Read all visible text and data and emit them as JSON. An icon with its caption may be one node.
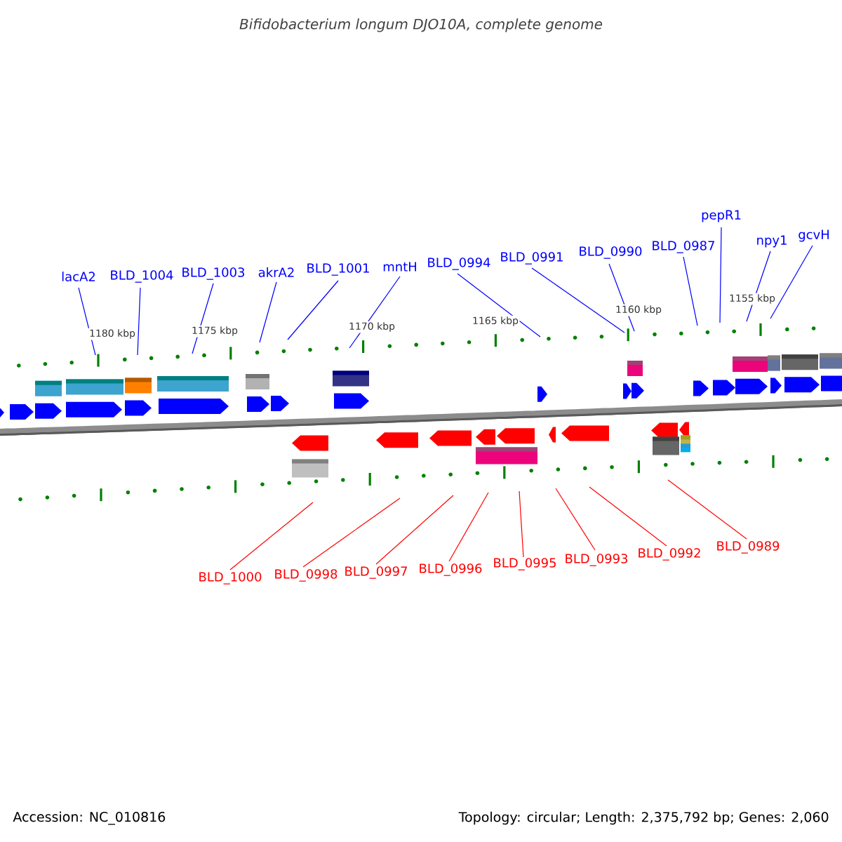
{
  "diagram": {
    "title": "Bifidobacterium longum DJO10A, complete genome",
    "nodes": [
      {
        "text": [
          "lacA2"
        ]
      },
      {
        "text": [
          "BLD_1004"
        ]
      },
      {
        "text": [
          "BLD_1003"
        ]
      },
      {
        "text": [
          "akrA2"
        ]
      },
      {
        "text": [
          "BLD_1001"
        ]
      },
      {
        "text": [
          "mntH"
        ]
      },
      {
        "text": [
          "BLD_0994"
        ]
      },
      {
        "text": [
          "BLD_0991"
        ]
      },
      {
        "text": [
          "BLD_0990"
        ]
      },
      {
        "text": [
          "BLD_0987"
        ]
      },
      {
        "text": [
          "pepR1"
        ]
      },
      {
        "text": [
          "npy1"
        ]
      },
      {
        "text": [
          "gcvH"
        ]
      },
      {
        "text": [
          "BLD_1000"
        ]
      },
      {
        "text": [
          "BLD_0998"
        ]
      },
      {
        "text": [
          "BLD_0997"
        ]
      },
      {
        "text": [
          "BLD_0996"
        ]
      },
      {
        "text": [
          "BLD_0995"
        ]
      },
      {
        "text": [
          "BLD_0993"
        ]
      },
      {
        "text": [
          "BLD_0992"
        ]
      },
      {
        "text": [
          "BLD_0989"
        ]
      }
    ],
    "edges": [
      {
        "from": 0,
        "to": null,
        "arrow": "none"
      },
      {
        "from": 1,
        "to": null,
        "arrow": "none"
      },
      {
        "from": 2,
        "to": null,
        "arrow": "none"
      },
      {
        "from": 3,
        "to": null,
        "arrow": "none"
      },
      {
        "from": 4,
        "to": null,
        "arrow": "none"
      },
      {
        "from": 5,
        "to": null,
        "arrow": "none"
      },
      {
        "from": 6,
        "to": null,
        "arrow": "none"
      },
      {
        "from": 7,
        "to": null,
        "arrow": "none"
      },
      {
        "from": 8,
        "to": null,
        "arrow": "none"
      },
      {
        "from": 9,
        "to": null,
        "arrow": "none"
      },
      {
        "from": 10,
        "to": null,
        "arrow": "none"
      },
      {
        "from": 11,
        "to": null,
        "arrow": "none"
      },
      {
        "from": 12,
        "to": null,
        "arrow": "none"
      },
      {
        "from": 13,
        "to": null,
        "arrow": "none",
        "color": "#ff0000"
      },
      {
        "from": 14,
        "to": null,
        "arrow": "none",
        "color": "#ff0000"
      },
      {
        "from": 15,
        "to": null,
        "arrow": "none",
        "color": "#ff0000"
      },
      {
        "from": 16,
        "to": null,
        "arrow": "none",
        "color": "#ff0000"
      },
      {
        "from": 17,
        "to": null,
        "arrow": "none",
        "color": "#ff0000"
      },
      {
        "from": 18,
        "to": null,
        "arrow": "none",
        "color": "#ff0000"
      },
      {
        "from": 19,
        "to": null,
        "arrow": "none",
        "color": "#ff0000"
      },
      {
        "from": 20,
        "to": null,
        "arrow": "none",
        "color": "#ff0000"
      }
    ],
    "labels": [
      "1180 kbp",
      "1175 kbp",
      "1170 kbp",
      "1165 kbp",
      "1160 kbp",
      "1155 kbp",
      "Accession: NC_010816",
      "Topology: circular; Length: 2,375,792 bp; Genes: 2,060"
    ]
  }
}
